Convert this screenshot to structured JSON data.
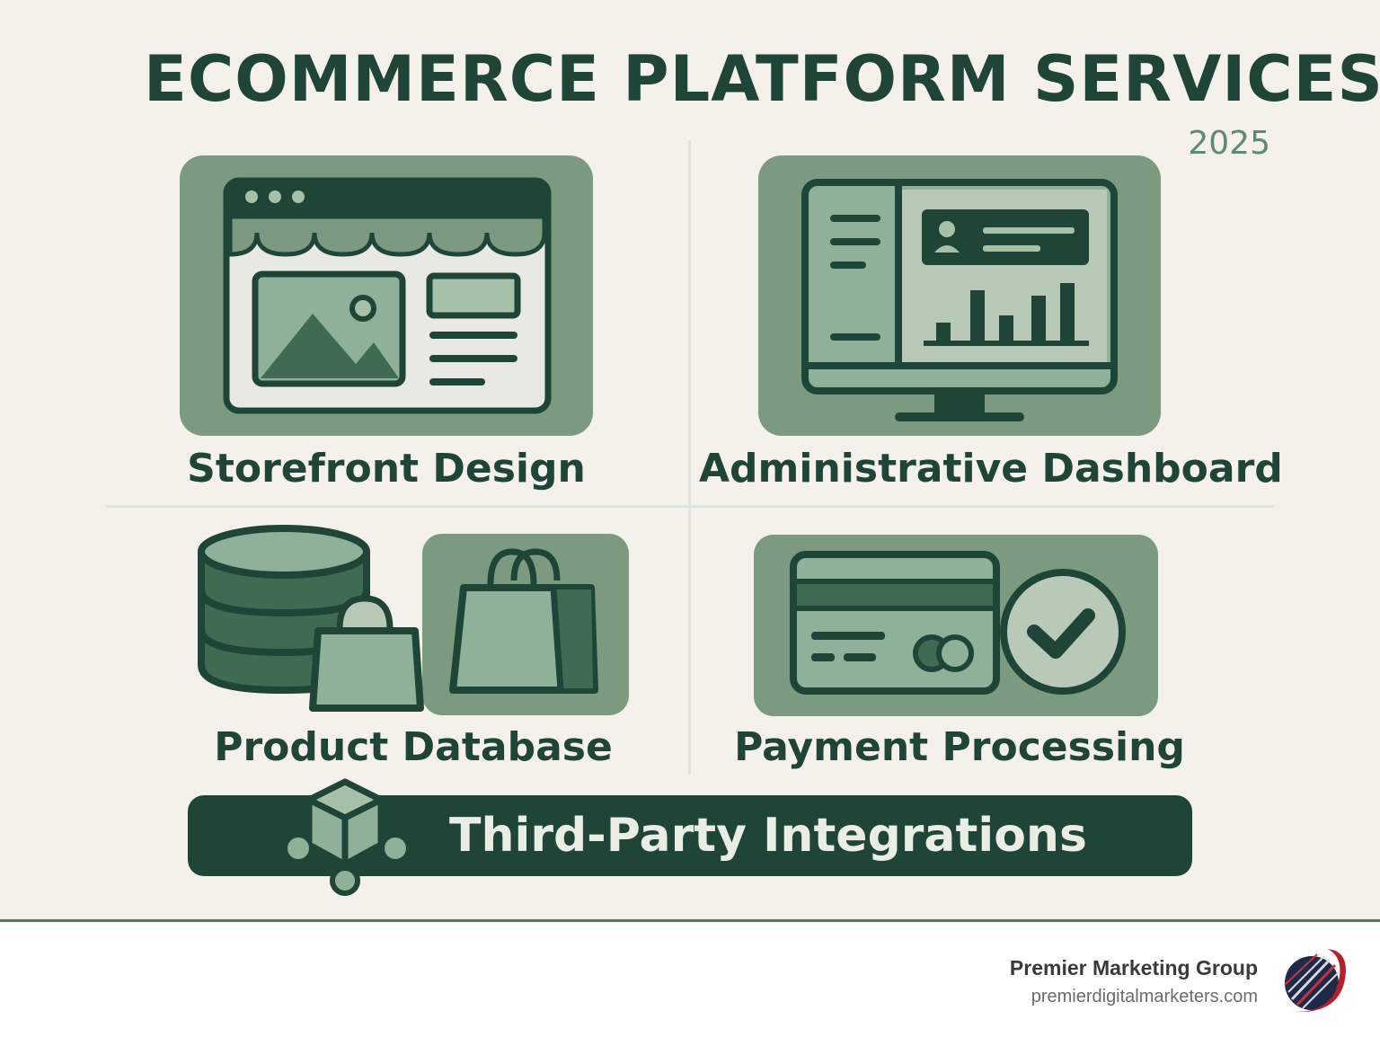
{
  "header": {
    "title": "ECOMMERCE PLATFORM SERVICES",
    "year": "2025"
  },
  "services": [
    {
      "label": "Storefront Design",
      "icon": "storefront-icon"
    },
    {
      "label": "Administrative Dashboard",
      "icon": "monitor-dashboard-icon"
    },
    {
      "label": "Product Database",
      "icon": "database-shopping-bag-icon"
    },
    {
      "label": "Payment Processing",
      "icon": "credit-card-check-icon"
    }
  ],
  "banner": {
    "label": "Third-Party Integrations",
    "icon": "cube-network-icon"
  },
  "footer": {
    "brand_name": "Premier Marketing Group",
    "brand_url": "premierdigitalmarketers.com",
    "logo": "globe-swoosh-logo"
  },
  "colors": {
    "background": "#f3f1ea",
    "dark_green": "#1e4536",
    "mid_green": "#7b9a80",
    "light_green": "#a7c0a8",
    "accent_line": "#4f7a52"
  }
}
